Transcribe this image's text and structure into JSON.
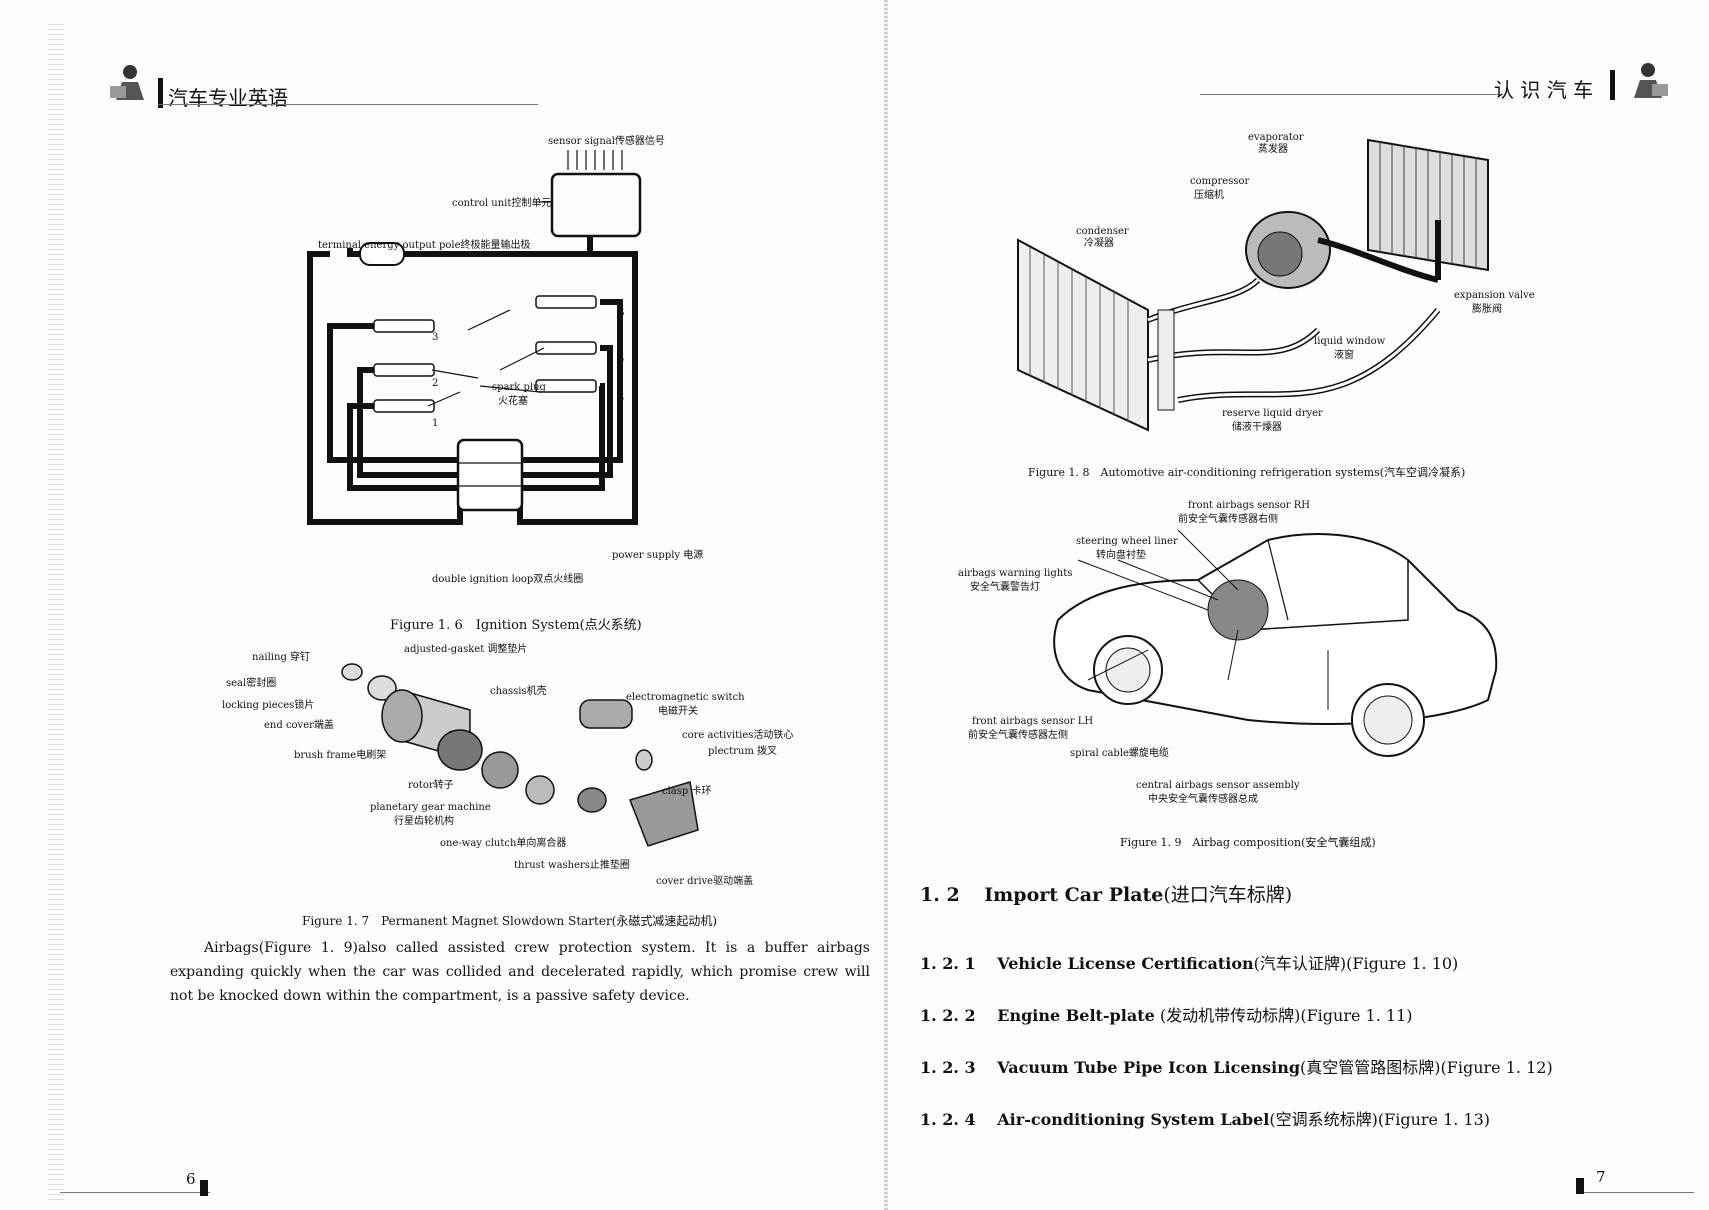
{
  "left_page": {
    "header_title": "汽车专业英语",
    "page_number": "6",
    "figure_1_6": {
      "caption": "Figure 1. 6　Ignition System(点火系统)",
      "labels": {
        "sensor_signal": "sensor signal传感器信号",
        "control_unit": "control unit控制单元",
        "terminal_energy": "terminal energy output pole终极能量输出极",
        "spark_plug": "spark plug",
        "spark_plug_cn": "火花塞",
        "power_supply": "power supply 电源",
        "double_ignition": "double ignition loop双点火线圈",
        "num_1": "1",
        "num_2": "2",
        "num_3": "3",
        "num_4": "4",
        "num_5": "5",
        "num_6": "6"
      }
    },
    "figure_1_7": {
      "caption": "Figure 1. 7　Permanent Magnet Slowdown Starter(永磁式减速起动机)",
      "labels": {
        "nailing": "nailing 穿钉",
        "adjusted_gasket": "adjusted-gasket 调整垫片",
        "seal": "seal密封圈",
        "locking_pieces": "locking pieces锁片",
        "chassis": "chassis机壳",
        "end_cover": "end cover端盖",
        "electromagnetic_switch": "electromagnetic switch",
        "electromagnetic_switch_cn": "电磁开关",
        "core_activities": "core activities活动铁心",
        "plectrum": "plectrum 拨叉",
        "brush_frame": "brush frame电刷架",
        "rotor": "rotor转子",
        "clasp": "clasp 卡环",
        "planetary": "planetary gear machine",
        "planetary_cn": "行星齿轮机构",
        "one_way_clutch": "one-way clutch单向离合器",
        "thrust_washers": "thrust washers止推垫圈",
        "cover_drive": "cover drive驱动端盖"
      }
    },
    "paragraph": "Airbags(Figure 1. 9)also called assisted crew protection system. It is a buffer airbags expanding quickly when the car was collided and decelerated rapidly, which promise crew will not be knocked down within the compartment, is a passive safety device."
  },
  "right_page": {
    "header_title": "认 识 汽 车",
    "page_number": "7",
    "figure_1_8": {
      "caption": "Figure 1. 8　Automotive air-conditioning refrigeration systems(汽车空调冷凝系)",
      "labels": {
        "evaporator": "evaporator",
        "evaporator_cn": "蒸发器",
        "compressor": "compressor",
        "compressor_cn": "压缩机",
        "condenser": "condenser",
        "condenser_cn": "冷凝器",
        "expansion_valve": "expansion valve",
        "expansion_valve_cn": "膨胀阀",
        "liquid_window": "liquid window",
        "liquid_window_cn": "液窗",
        "reserve_dryer": "reserve liquid dryer",
        "reserve_dryer_cn": "储液干燥器"
      }
    },
    "figure_1_9": {
      "caption": "Figure 1. 9　Airbag composition(安全气囊组成)",
      "labels": {
        "front_rh": "front airbags sensor RH",
        "front_rh_cn": "前安全气囊传感器右侧",
        "steering_liner": "steering wheel liner",
        "steering_liner_cn": "转向盘衬垫",
        "warning_lights": "airbags warning lights",
        "warning_lights_cn": "安全气囊警告灯",
        "front_lh": "front airbags sensor LH",
        "front_lh_cn": "前安全气囊传感器左侧",
        "spiral_cable": "spiral cable螺旋电缆",
        "central_sensor": "central airbags sensor assembly",
        "central_sensor_cn": "中央安全气囊传感器总成"
      }
    },
    "section_1_2": {
      "num": "1. 2",
      "title": "Import Car Plate",
      "title_cn": "(进口汽车标牌)"
    },
    "subsections": [
      {
        "num": "1. 2. 1",
        "title": "Vehicle License Certification",
        "tail": "(汽车认证牌)(Figure 1. 10)"
      },
      {
        "num": "1. 2. 2",
        "title": "Engine Belt-plate",
        "tail": " (发动机带传动标牌)(Figure 1. 11)"
      },
      {
        "num": "1. 2. 3",
        "title": "Vacuum Tube Pipe Icon Licensing",
        "tail": "(真空管管路图标牌)(Figure 1. 12)"
      },
      {
        "num": "1. 2. 4",
        "title": "Air-conditioning System Label",
        "tail": "(空调系统标牌)(Figure 1. 13)"
      }
    ]
  }
}
